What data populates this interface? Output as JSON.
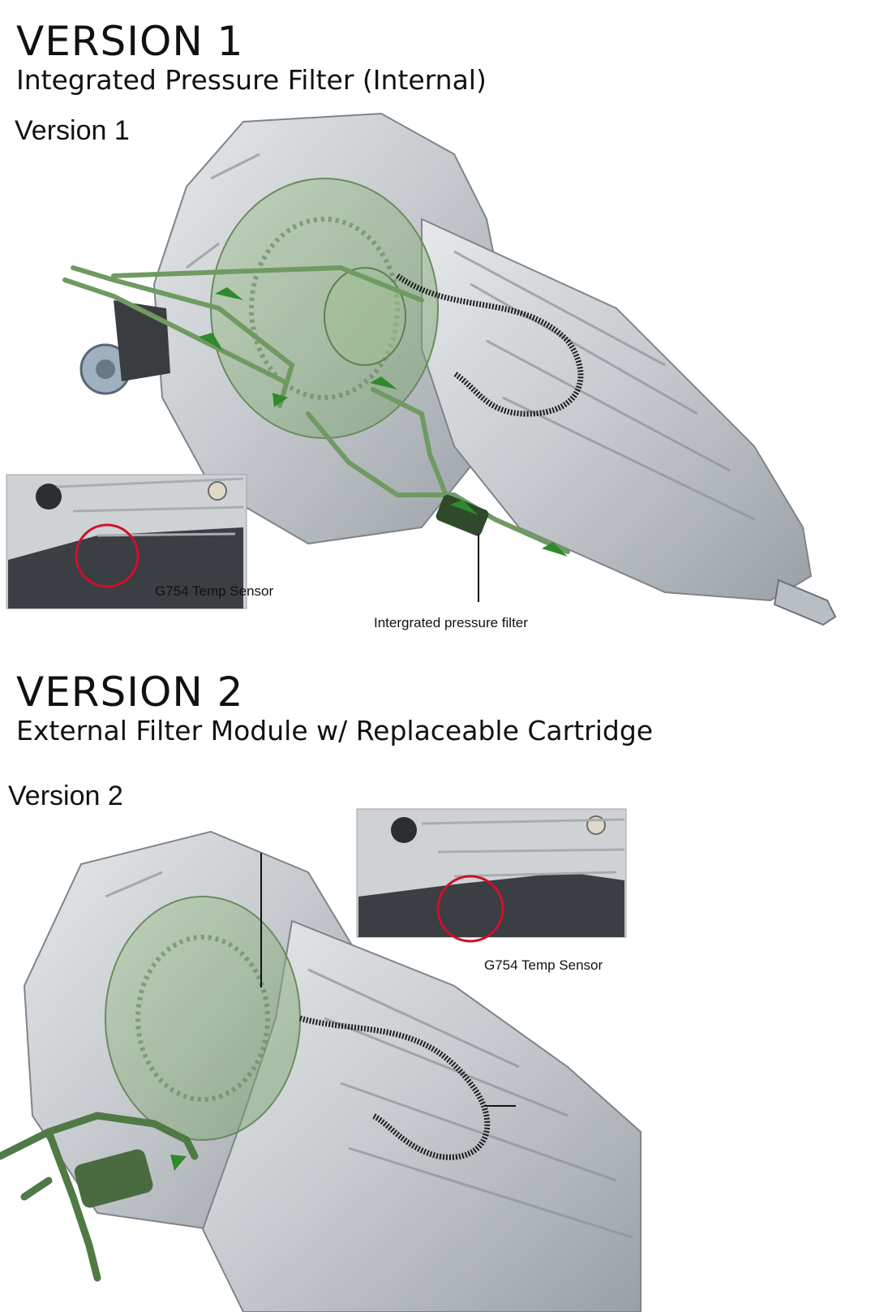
{
  "version1": {
    "heading": "VERSION 1",
    "subheading": "Integrated Pressure Filter (Internal)",
    "image_label": "Version 1",
    "inset_callout": "G754 Temp Sensor",
    "filter_callout": "Intergrated pressure filter"
  },
  "version2": {
    "heading": "VERSION 2",
    "subheading": "External Filter Module w/ Replaceable Cartridge",
    "image_label": "Version 2",
    "inset_callout": "G754 Temp Sensor"
  },
  "colors": {
    "housing": "#c9ccd0",
    "housing_dark": "#8d9298",
    "oil_line": "#4f7a45",
    "oil_arrow": "#2f8a2c",
    "sensor_circle": "#d0102a"
  }
}
